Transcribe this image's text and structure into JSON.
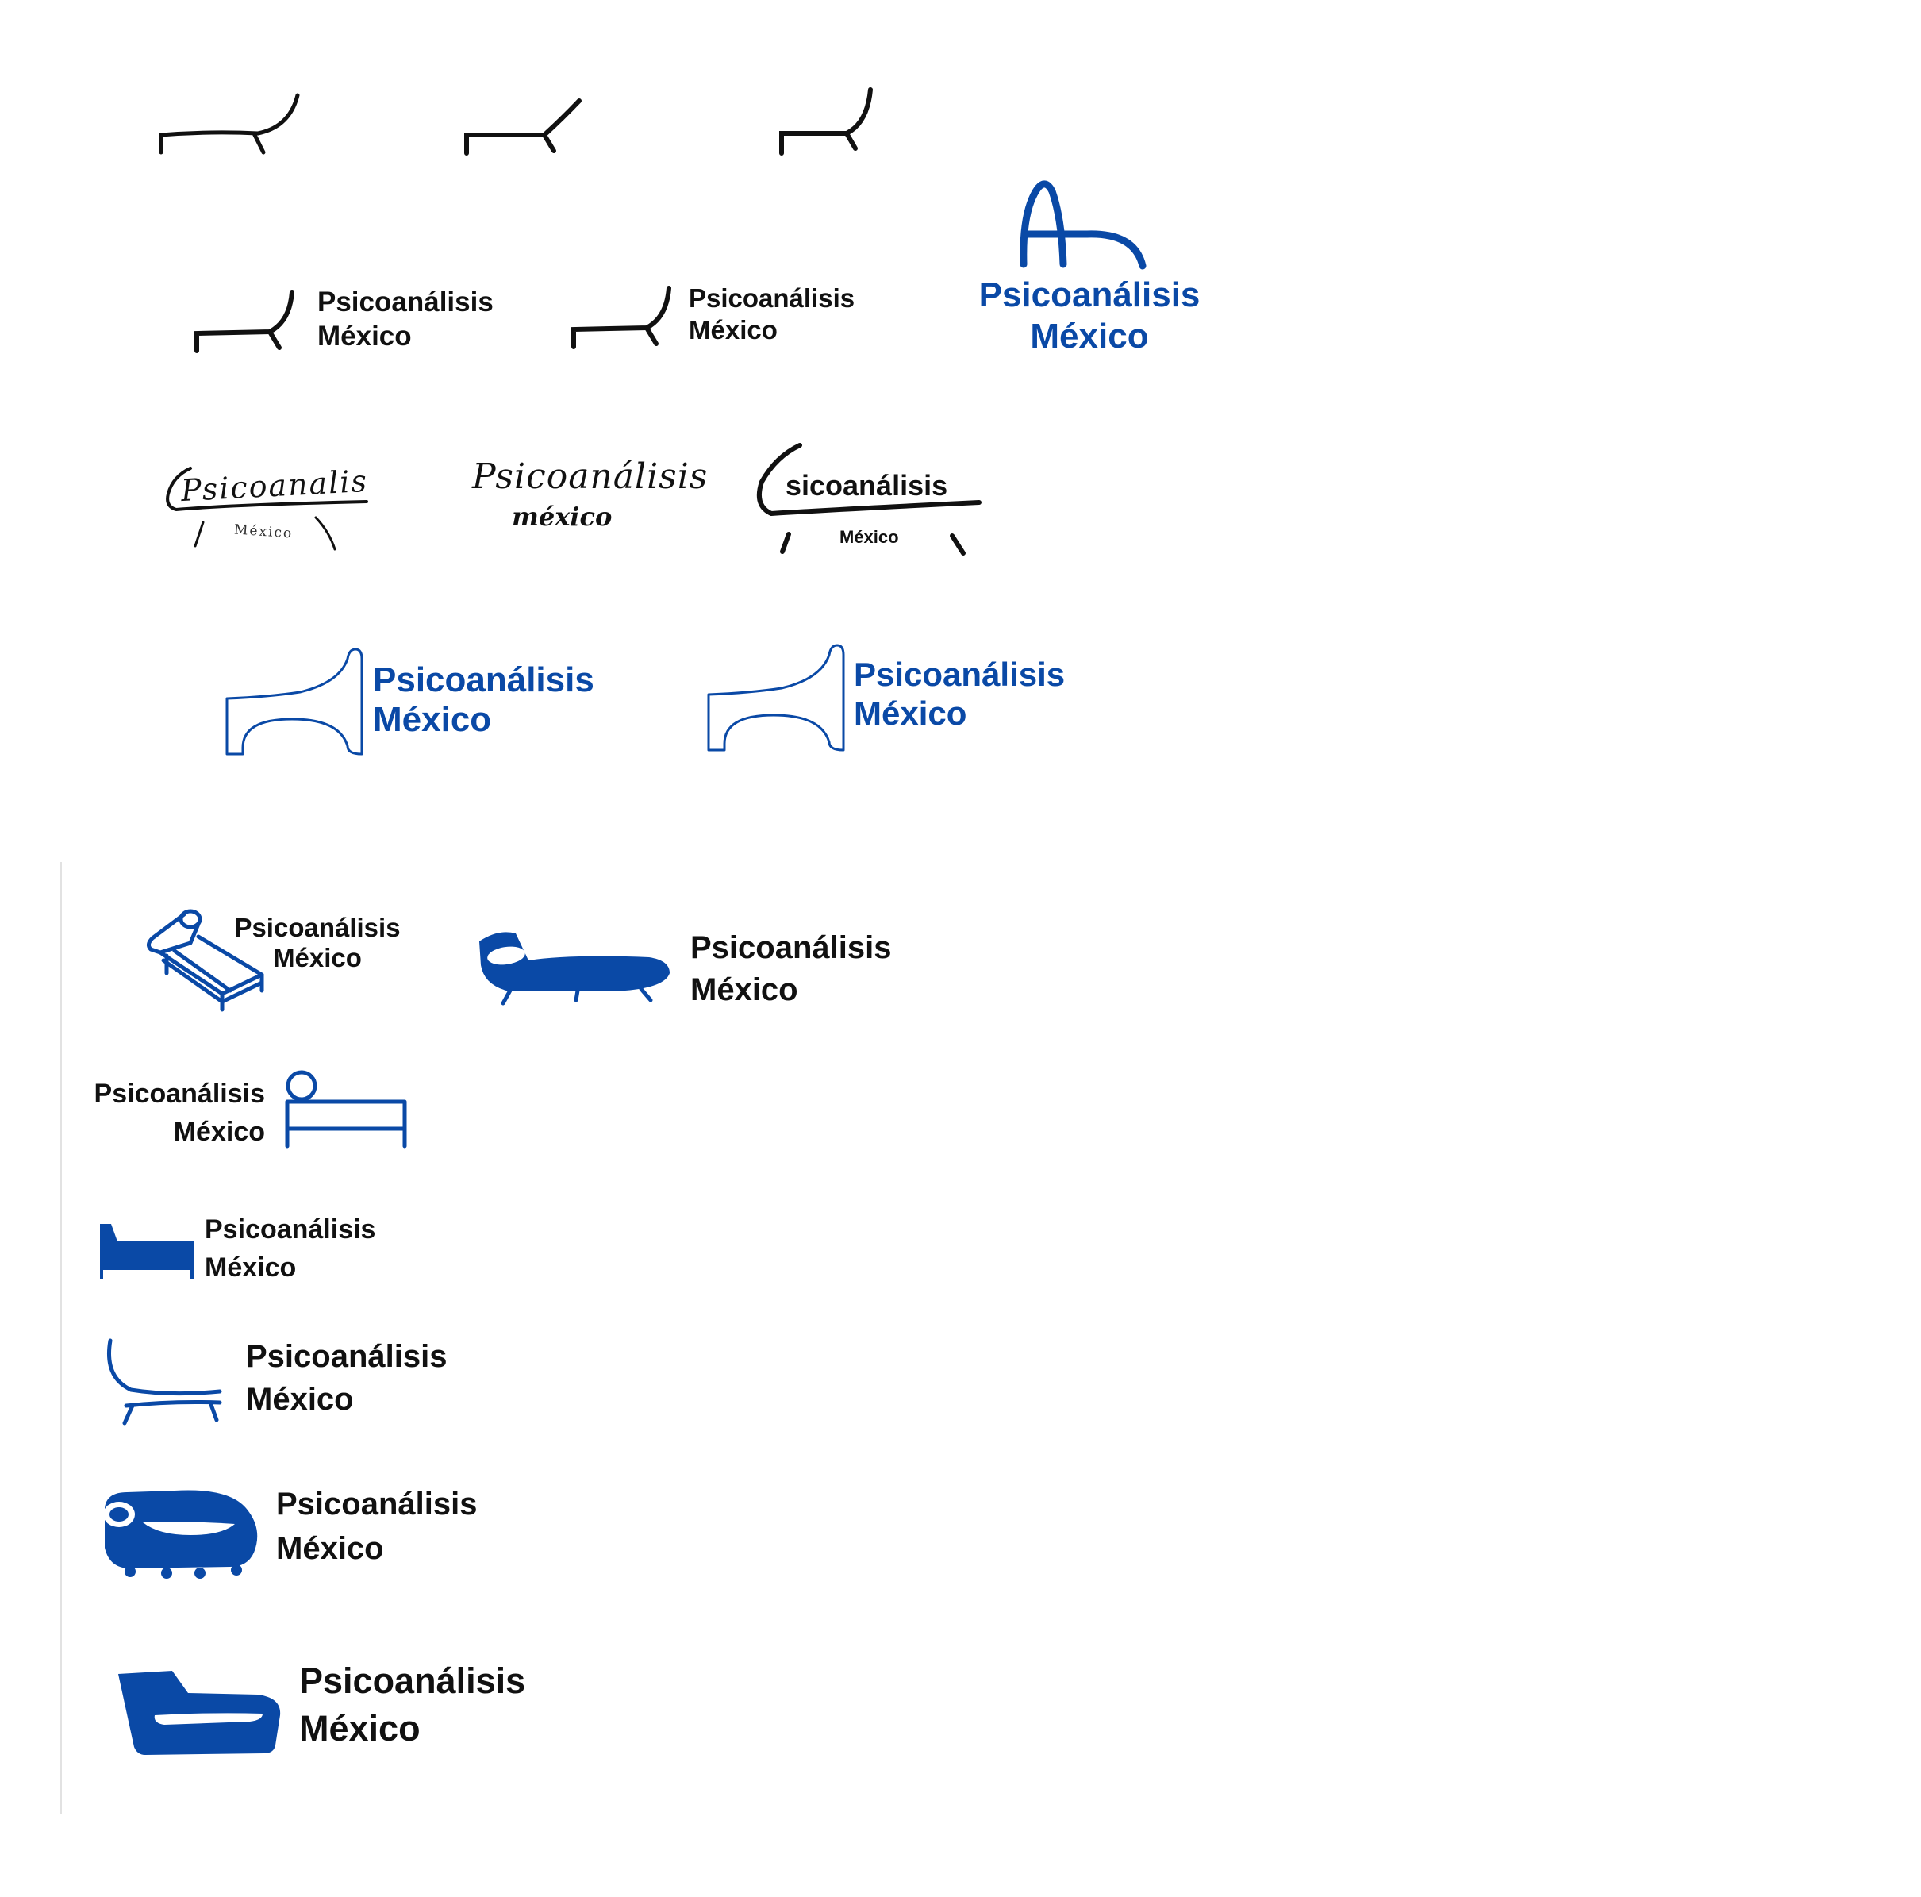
{
  "palette": {
    "blue": "#0a49a6",
    "black": "#111111",
    "divider": "#e2e2e2",
    "background": "#ffffff"
  },
  "wordmark": {
    "line1": "Psicoanálisis",
    "line2": "México",
    "script_line1": "Psicoanalis",
    "script_line2": "México",
    "script_variant": "Psicoanálisis",
    "script_sub": "méxico",
    "stylized_line1": "sicoanálisis",
    "stylized_line2": "México"
  },
  "icons": [
    "curved-lounger-sketch-icon",
    "angled-lounger-sketch-icon",
    "upright-lounger-sketch-icon",
    "arch-couch-icon",
    "scroll-back-chaise-icon",
    "iso-chaise-bed-icon",
    "capsule-lounger-icon",
    "round-headboard-bed-icon",
    "block-daybed-icon",
    "swoop-chair-icon",
    "rolled-arm-sofa-icon",
    "tilted-chaise-icon"
  ]
}
